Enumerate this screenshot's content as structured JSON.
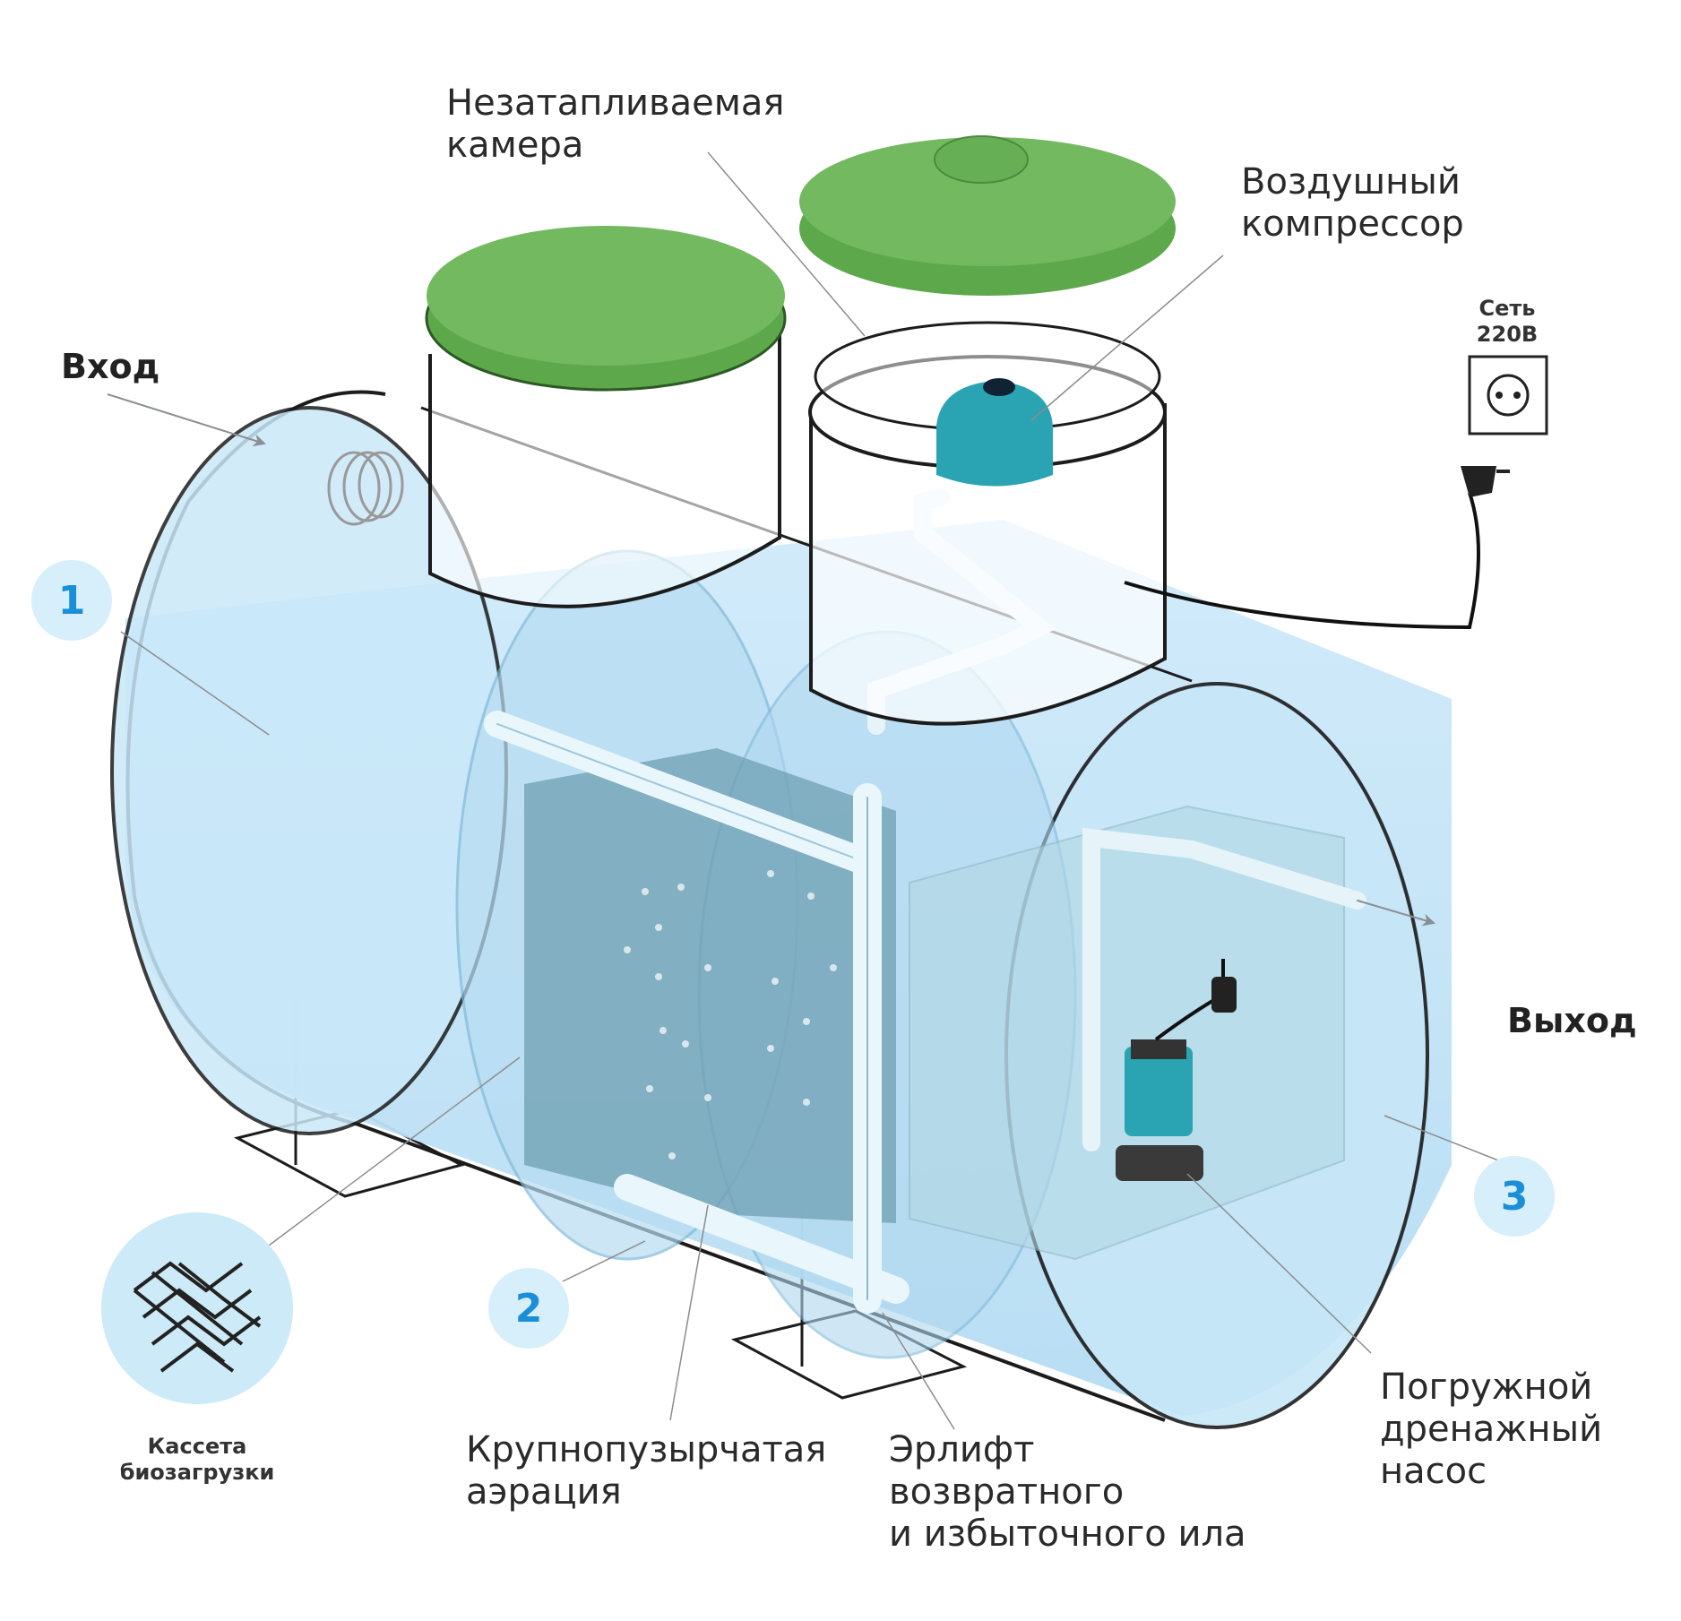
{
  "labels": {
    "unheated_chamber": [
      "Незатапливаемая",
      "камера"
    ],
    "air_compressor": [
      "Воздушный",
      "компрессор"
    ],
    "power": [
      "Сеть",
      "220В"
    ],
    "inlet": "Вход",
    "outlet": "Выход",
    "bioload_cassette": [
      "Кассета",
      "биозагрузки"
    ],
    "coarse_aeration": [
      "Крупнопузырчатая",
      "аэрация"
    ],
    "airlift": [
      "Эрлифт",
      "возвратного",
      "и избыточного ила"
    ],
    "drainage_pump": [
      "Погружной",
      "дренажный",
      "насос"
    ]
  },
  "badges": [
    "1",
    "2",
    "3"
  ],
  "colors": {
    "water": "#bfe3f7",
    "lid": "#6cb35a",
    "compressor": "#2aa3b2",
    "badge_bg": "#d7eefb",
    "badge_text": "#1a8fd8",
    "outline": "#1c1c1c"
  },
  "icons": [
    "socket-icon",
    "plug-icon",
    "arrow-icon",
    "mesh-icon"
  ]
}
